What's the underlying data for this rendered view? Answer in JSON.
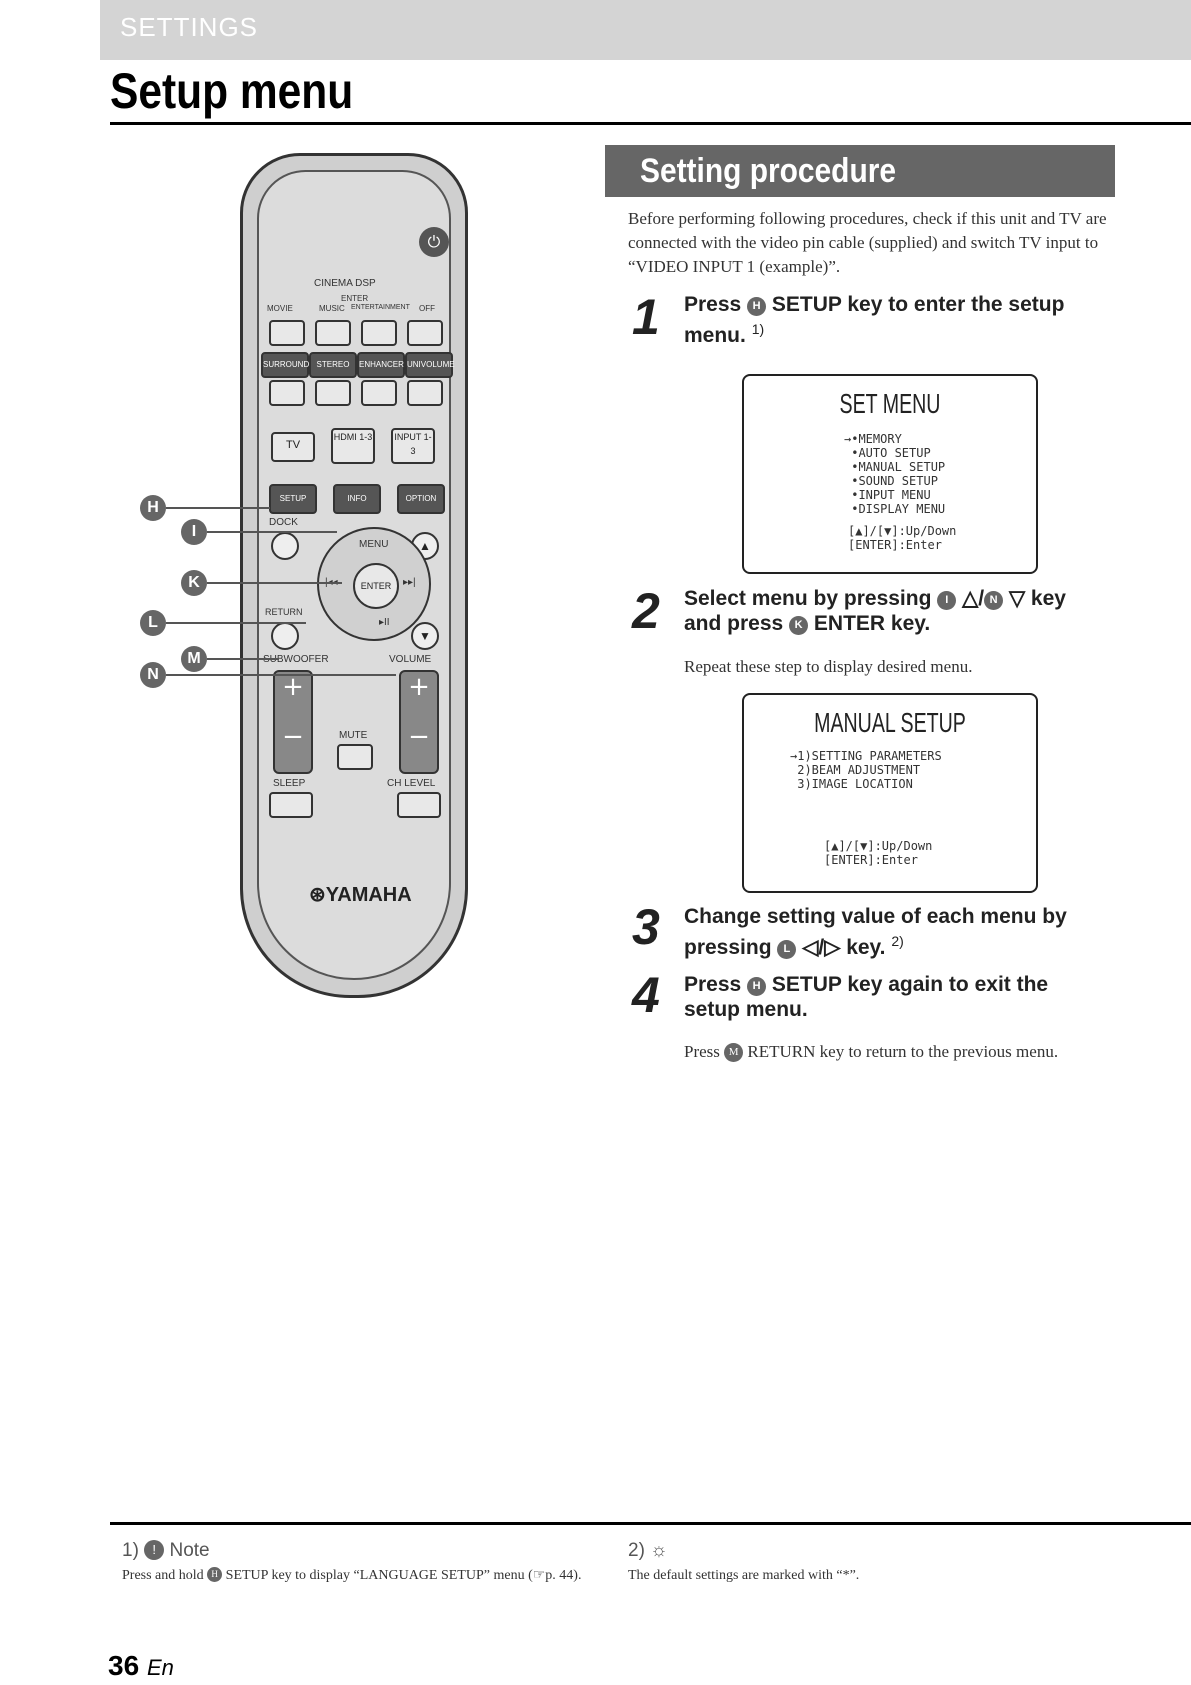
{
  "header": {
    "section_label": "SETTINGS",
    "title": "Setup menu"
  },
  "remote": {
    "power_symbol": "⏻",
    "cinema_dsp": "CINEMA DSP",
    "enter_small": "ENTER",
    "mode_labels": [
      "MOVIE",
      "MUSIC",
      "ENTERTAINMENT",
      "OFF"
    ],
    "sound_keys": [
      "SURROUND",
      "STEREO",
      "ENHANCER",
      "UNIVOLUME"
    ],
    "input_keys": [
      "TV",
      "HDMI 1-3",
      "INPUT 1-3"
    ],
    "func_keys": [
      "SETUP",
      "INFO",
      "OPTION"
    ],
    "dock": "DOCK",
    "menu": "MENU",
    "enter": "ENTER",
    "return": "RETURN",
    "skip_prev": "|◂◂",
    "skip_next": "▸▸|",
    "play_pause": "▸II",
    "up_arrow": "▲",
    "down_arrow": "▼",
    "subwoofer": "SUBWOOFER",
    "volume": "VOLUME",
    "plus": "+",
    "minus": "−",
    "mute": "MUTE",
    "sleep": "SLEEP",
    "ch_level": "CH LEVEL",
    "brand": "⊛YAMAHA",
    "callouts": [
      "H",
      "I",
      "K",
      "L",
      "M",
      "N"
    ]
  },
  "procedure": {
    "banner": "Setting procedure",
    "intro": "Before performing following procedures, check if this unit and TV are connected with the video pin cable (supplied) and switch TV input to “VIDEO INPUT 1 (example)”.",
    "steps": [
      {
        "num": "1",
        "pre": "Press",
        "key": "H",
        "post": "SETUP key to enter the setup menu.",
        "sup": "1)"
      },
      {
        "num": "2",
        "line1_pre": "Select menu by pressing",
        "key1": "I",
        "mid": "△/",
        "key2": "N",
        "line1_post": "▽ key",
        "line2_pre": "and press",
        "key3": "K",
        "line2_post": "ENTER key."
      },
      {
        "num": "3",
        "line1": "Change setting value of each menu by",
        "line2_pre": "pressing",
        "key": "L",
        "line2_post": "◁/▷ key.",
        "sup": "2)"
      },
      {
        "num": "4",
        "pre": "Press",
        "key": "H",
        "line1_post": "SETUP key again to exit the",
        "line2": "setup menu."
      }
    ],
    "repeat_note": "Repeat these step to display desired menu.",
    "return_note_pre": "Press",
    "return_key": "M",
    "return_note_post": "RETURN key to return to the previous menu."
  },
  "osd_set_menu": {
    "title": "SET MENU",
    "lines": "→•MEMORY\n •AUTO SETUP\n •MANUAL SETUP\n •SOUND SETUP\n •INPUT MENU\n •DISPLAY MENU",
    "keys": "[▲]/[▼]:Up/Down\n[ENTER]:Enter"
  },
  "osd_manual_setup": {
    "title": "MANUAL SETUP",
    "lines": "→1)SETTING PARAMETERS\n 2)BEAM ADJUSTMENT\n 3)IMAGE LOCATION",
    "keys": "[▲]/[▼]:Up/Down\n[ENTER]:Enter"
  },
  "footnotes": {
    "note1_head": "1)",
    "note1_icon": "!",
    "note1_label": "Note",
    "note1_text_pre": "Press and hold",
    "note1_key": "H",
    "note1_text_post": "SETUP key to display “LANGUAGE SETUP” menu (☞p. 44).",
    "note2_head": "2)",
    "note2_icon": "☼",
    "note2_text": "The default settings are marked with “*”."
  },
  "page": {
    "number": "36",
    "lang": "En"
  }
}
